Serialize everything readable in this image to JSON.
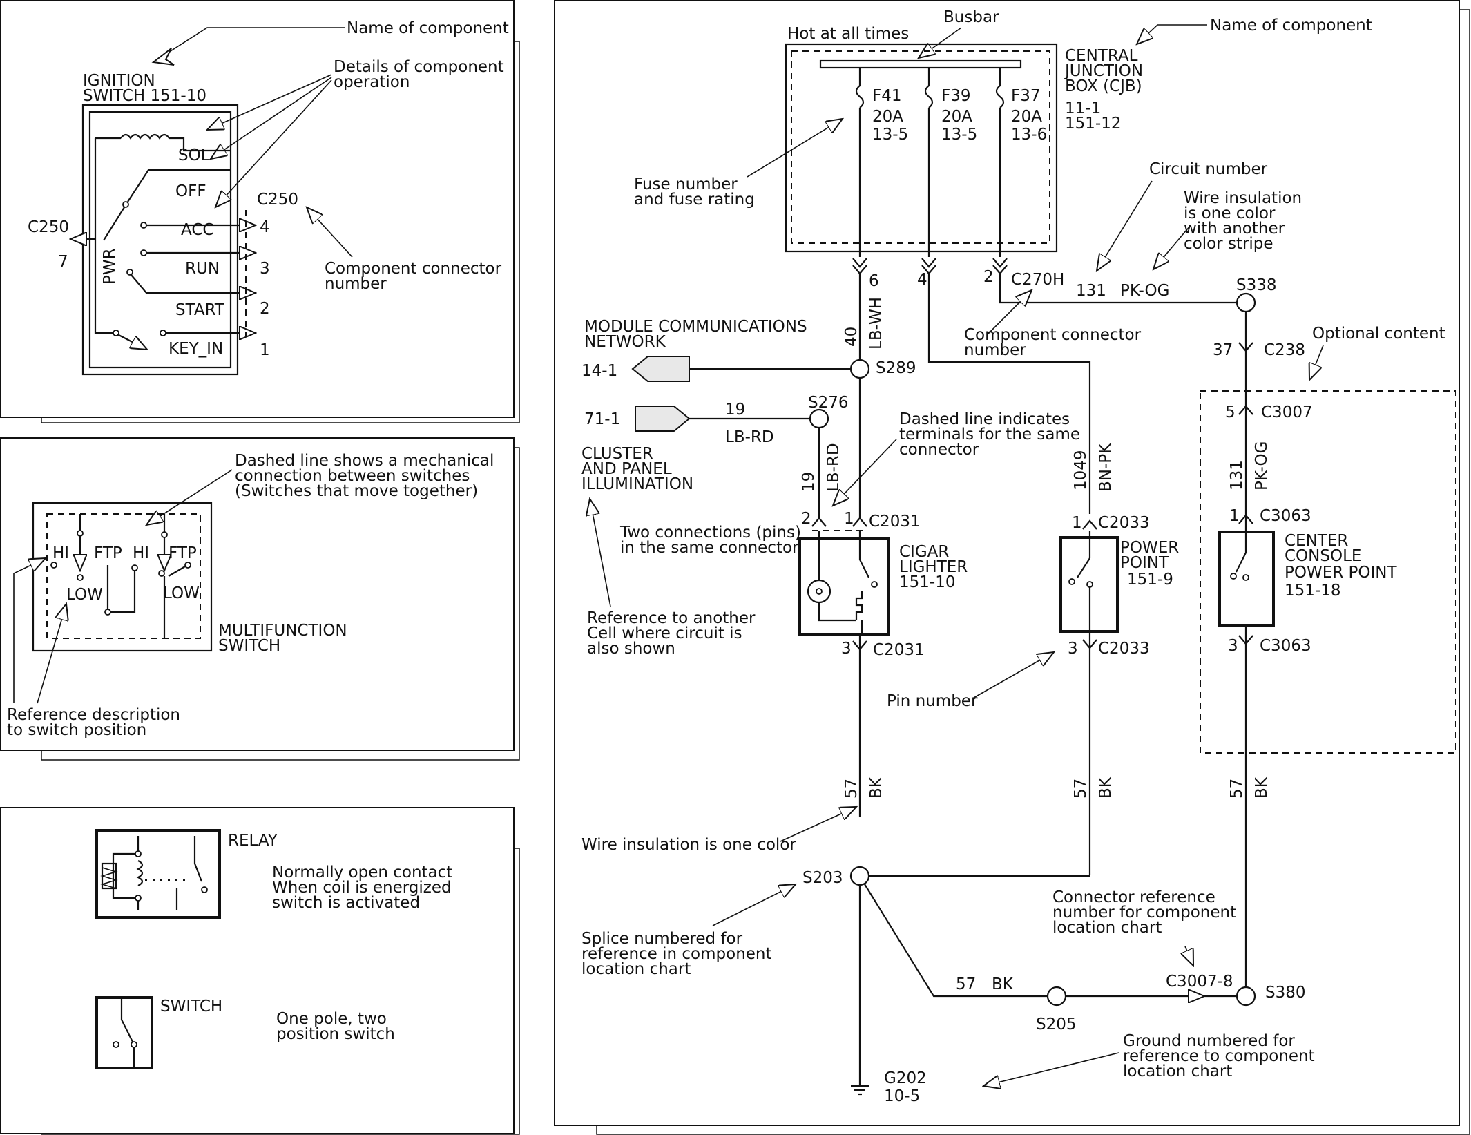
{
  "ignition": {
    "name_callout": "Name of component",
    "title1": "IGNITION",
    "title2": "SWITCH 151-10",
    "details1": "Details of component",
    "details2": "operation",
    "positions": [
      "SOL",
      "OFF",
      "ACC",
      "RUN",
      "START",
      "KEY_IN"
    ],
    "pwr": "PWR",
    "c250_left": "C250",
    "c250_left_pin": "7",
    "c250_right": "C250",
    "pins": [
      "4",
      "3",
      "2",
      "1"
    ],
    "connector_callout1": "Component connector",
    "connector_callout2": "number"
  },
  "multifunction": {
    "dashed_note1": "Dashed line shows a mechanical",
    "dashed_note2": "connection between switches",
    "dashed_note3": "(Switches that move together)",
    "labels": [
      "HI",
      "FTP",
      "HI",
      "FTP",
      "LOW",
      "LOW"
    ],
    "title1": "MULTIFUNCTION",
    "title2": "SWITCH",
    "ref1": "Reference description",
    "ref2": "to switch position"
  },
  "legend": {
    "relay": "RELAY",
    "relay_desc1": "Normally open contact",
    "relay_desc2": "When coil is energized",
    "relay_desc3": "switch is activated",
    "switch": "SWITCH",
    "switch_desc1": "One pole, two",
    "switch_desc2": "position switch"
  },
  "main": {
    "busbar": "Busbar",
    "hot": "Hot at all times",
    "name_callout": "Name of component",
    "cjb1": "CENTRAL",
    "cjb2": "JUNCTION",
    "cjb3": "BOX (CJB)",
    "cjb4": "11-1",
    "cjb5": "151-12",
    "fuses": [
      {
        "num": "F41",
        "rating": "20A",
        "ref": "13-5"
      },
      {
        "num": "F39",
        "rating": "20A",
        "ref": "13-5"
      },
      {
        "num": "F37",
        "rating": "20A",
        "ref": "13-6"
      }
    ],
    "fuse_callout1": "Fuse number",
    "fuse_callout2": "and fuse rating",
    "circuit_number": "Circuit number",
    "wire_ins1": "Wire insulation",
    "wire_ins2": "is one color",
    "wire_ins3": "with another",
    "wire_ins4": "color stripe",
    "cjb_pins": [
      "6",
      "4",
      "2"
    ],
    "c270h": "C270H",
    "c131": "131",
    "pkog": "PK-OG",
    "s338": "S338",
    "comp_conn1": "Component connector",
    "comp_conn2": "number",
    "mcn1": "MODULE COMMUNICATIONS",
    "mcn2": "NETWORK",
    "ref141": "14-1",
    "c40": "40",
    "lbwh": "LB-WH",
    "s289": "S289",
    "ref711": "71-1",
    "c19": "19",
    "lbrd": "LB-RD",
    "s276": "S276",
    "cluster1": "CLUSTER",
    "cluster2": "AND PANEL",
    "cluster3": "ILLUMINATION",
    "c19v": "19",
    "lbrdv": "LB-RD",
    "dashed_ind1": "Dashed line indicates",
    "dashed_ind2": "terminals for the same",
    "dashed_ind3": "connector",
    "c1049": "1049",
    "bnpk": "BN-PK",
    "two_conn1": "Two connections (pins)",
    "two_conn2": "in the same connector",
    "pin2": "2",
    "pin1": "1",
    "c2031": "C2031",
    "cigar1": "CIGAR",
    "cigar2": "LIGHTER",
    "cigar3": "151-10",
    "pin3a": "3",
    "c2031b": "C2031",
    "pp_pin1": "1",
    "c2033": "C2033",
    "pp1": "POWER",
    "pp2": "POINT",
    "pp3": "151-9",
    "pp_pin3": "3",
    "c2033b": "C2033",
    "optional": "Optional content",
    "p37": "37",
    "c238": "C238",
    "p5": "5",
    "c3007": "C3007",
    "c131v": "131",
    "pkogv": "PK-OG",
    "cc_pin1": "1",
    "c3063": "C3063",
    "cc1": "CENTER",
    "cc2": "CONSOLE",
    "cc3": "POWER POINT",
    "cc4": "151-18",
    "cc_pin3": "3",
    "c3063b": "C3063",
    "ref_cell1": "Reference to another",
    "ref_cell2": "Cell where circuit is",
    "ref_cell3": "also shown",
    "pin_number": "Pin number",
    "c57": "57",
    "bk": "BK",
    "wire_one": "Wire insulation is one color",
    "s203": "S203",
    "splice1": "Splice numbered for",
    "splice2": "reference in component",
    "splice3": "location chart",
    "conn_ref1": "Connector reference",
    "conn_ref2": "number for component",
    "conn_ref3": "location chart",
    "c3007_8": "C3007-8",
    "c57h": "57",
    "bkh": "BK",
    "s205": "S205",
    "s380": "S380",
    "ground1": "Ground numbered for",
    "ground2": "reference to component",
    "ground3": "location chart",
    "g202": "G202",
    "g202ref": "10-5"
  }
}
